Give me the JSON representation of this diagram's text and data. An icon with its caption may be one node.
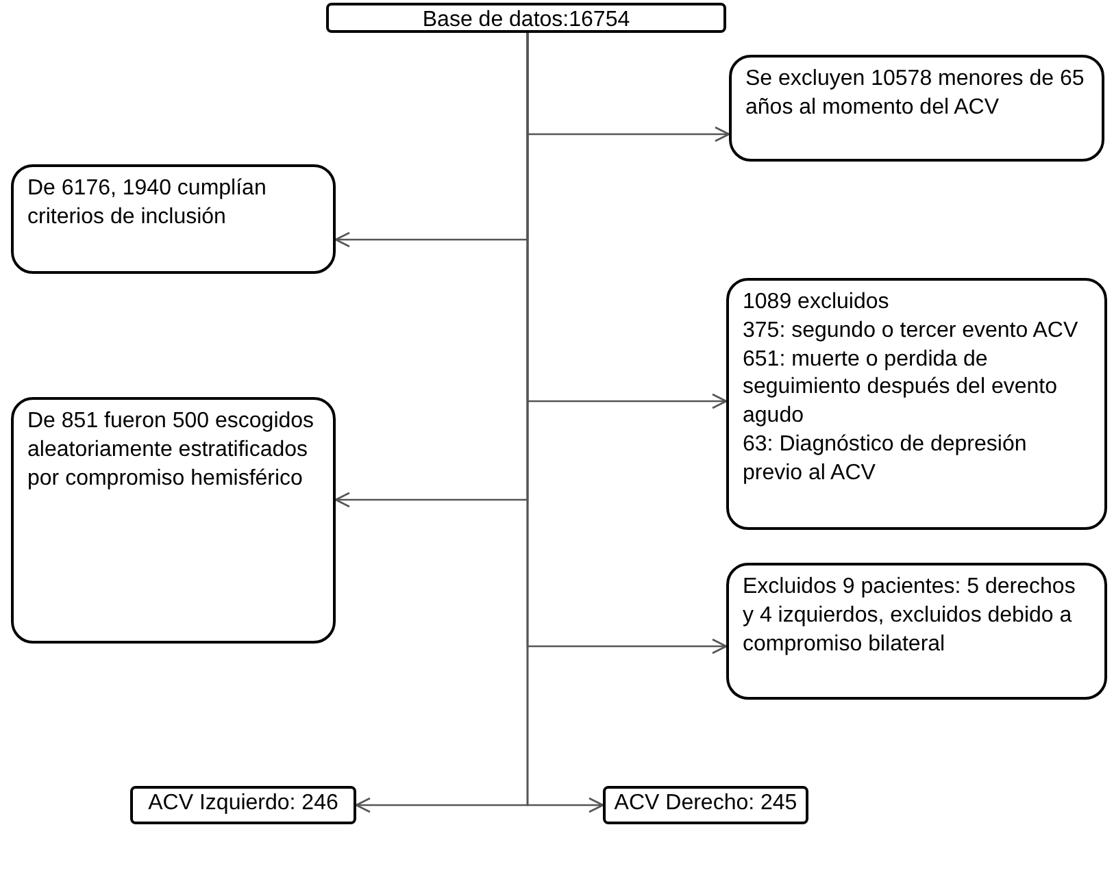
{
  "diagram": {
    "nodes": [
      {
        "text": [
          "Base de datos:16754"
        ]
      },
      {
        "text": [
          "Se excluyen 10578 menores de 65 años al momento del ACV"
        ]
      },
      {
        "text": [
          "De 6176, 1940 cumplían criterios de inclusión"
        ]
      },
      {
        "text": [
          "1089 excluidos",
          "375: segundo o tercer evento ACV",
          "651: muerte o perdida de seguimiento después del evento agudo",
          "63: Diagnóstico de depresión previo al ACV"
        ]
      },
      {
        "text": [
          "De 851 fueron 500 escogidos aleatoriamente estratificados por compromiso hemisférico"
        ]
      },
      {
        "text": [
          "Excluidos 9 pacientes: 5 derechos y 4 izquierdos, excluidos debido a compromiso bilateral"
        ]
      },
      {
        "text": [
          "ACV Izquierdo: 246"
        ]
      },
      {
        "text": [
          "ACV Derecho: 245"
        ]
      }
    ],
    "edges": [
      {
        "from": 0,
        "to": 1,
        "arrow": "to"
      },
      {
        "from": 0,
        "to": 2,
        "arrow": "to"
      },
      {
        "from": 0,
        "to": 3,
        "arrow": "to"
      },
      {
        "from": 0,
        "to": 4,
        "arrow": "to"
      },
      {
        "from": 0,
        "to": 5,
        "arrow": "to"
      },
      {
        "from": 0,
        "to": 6,
        "arrow": "to"
      },
      {
        "from": 0,
        "to": 7,
        "arrow": "to"
      }
    ]
  }
}
